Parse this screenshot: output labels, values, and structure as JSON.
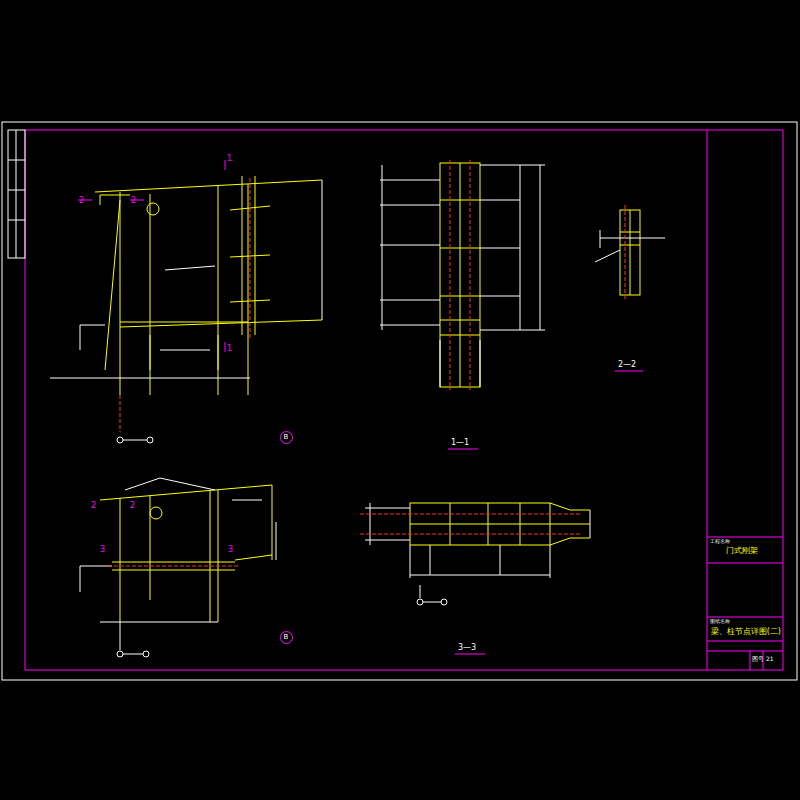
{
  "diagram": {
    "nodes": [
      {
        "text": [
          "B"
        ]
      },
      {
        "text": [
          "B"
        ]
      }
    ],
    "labels": [
      "1",
      "1",
      "2",
      "2",
      "2",
      "2",
      "3",
      "3",
      "1—1",
      "2—2",
      "3—3",
      "工程名称",
      "门式刚架",
      "图纸名称",
      "梁、柱节点详图(二)",
      "图号",
      "21"
    ]
  }
}
